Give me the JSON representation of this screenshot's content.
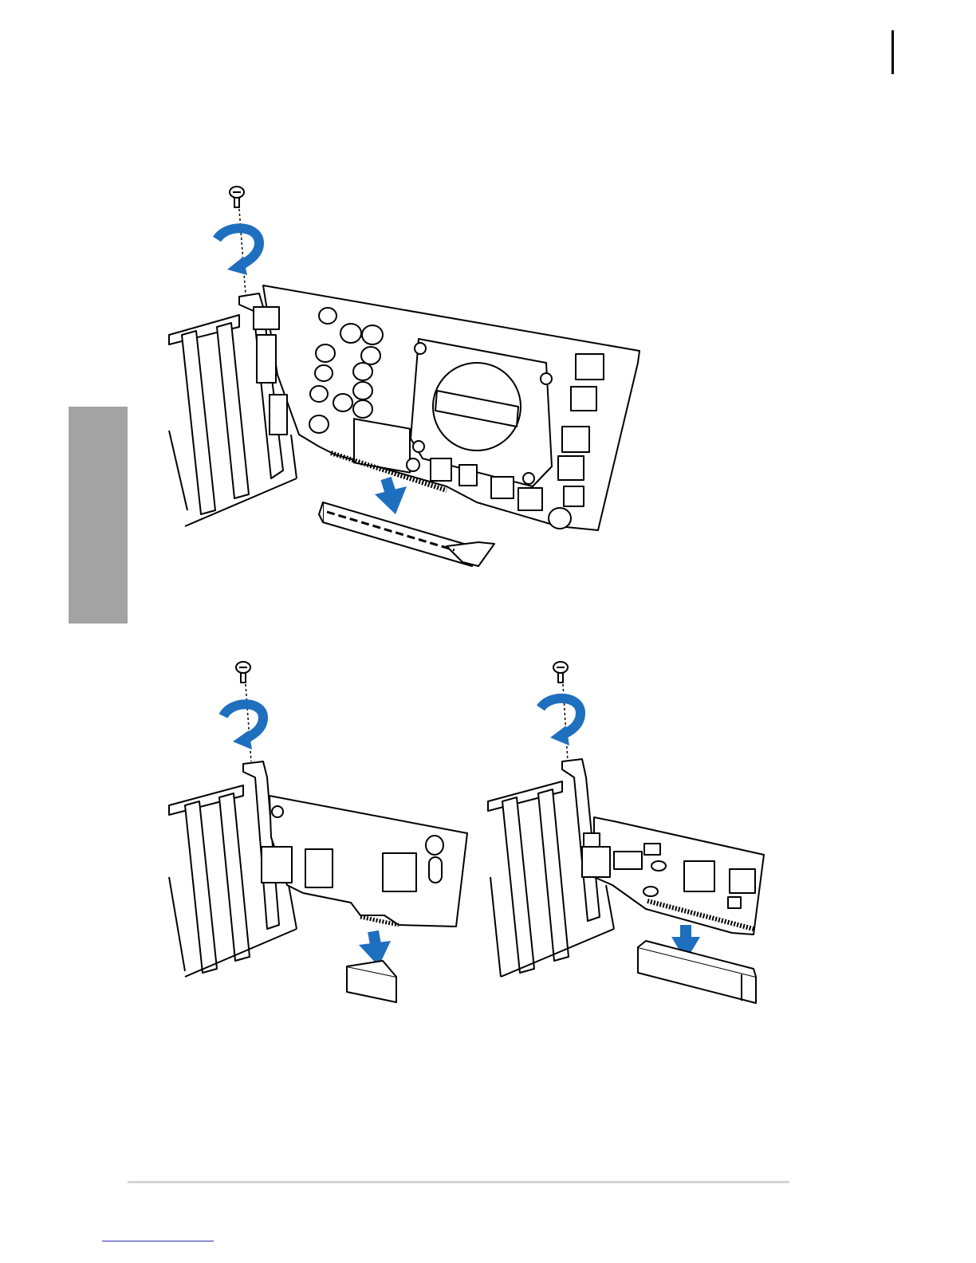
{
  "page": {
    "section_tab_color": "#a3a3a3",
    "arrow_color": "#1f6fbf",
    "rule_color": "#d4d4d4",
    "link_underline_color": "#2a2ab0"
  },
  "figures": [
    {
      "id": "graphics-card",
      "description_icon": "pcie-x16-card-install-illustration"
    },
    {
      "id": "small-card",
      "description_icon": "pcie-x1-card-install-illustration"
    },
    {
      "id": "pci-card",
      "description_icon": "pci-card-install-illustration"
    }
  ]
}
